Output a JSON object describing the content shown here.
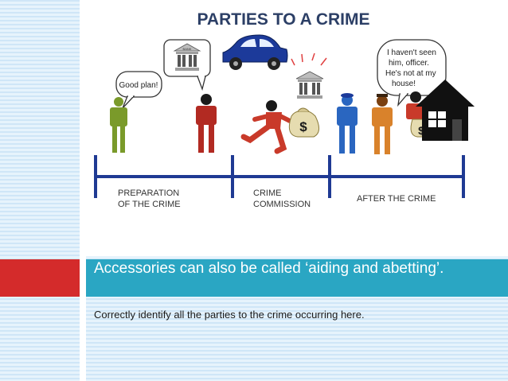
{
  "diagram": {
    "title": "PARTIES TO A CRIME",
    "bubbles": {
      "good_plan": "Good plan!",
      "alibi": [
        "I haven't seen",
        "him, officer.",
        "He's not at my",
        "house!"
      ]
    },
    "stages": {
      "preparation": [
        "PREPARATION",
        "OF THE CRIME"
      ],
      "commission": [
        "CRIME",
        "COMMISSION"
      ],
      "after": "AFTER THE CRIME"
    },
    "sign_text": "BANK",
    "money_symbol": "$"
  },
  "slide": {
    "heading": "Accessories can also be called ‘aiding and abetting’.",
    "body": "Correctly identify all the parties to the crime occurring here."
  },
  "colors": {
    "accent_red": "#d42b2b",
    "title_bar": "#2aa6c3",
    "timeline": "#1f3a93"
  }
}
